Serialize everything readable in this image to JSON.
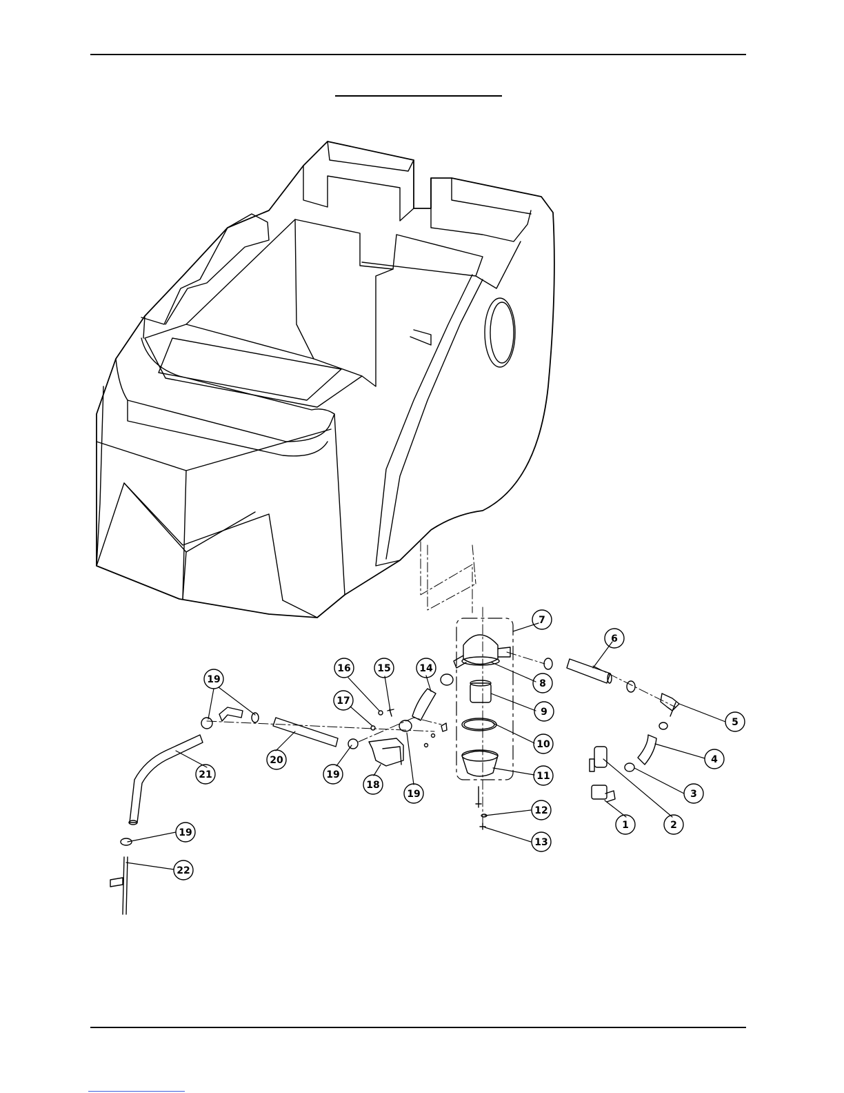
{
  "diagram": {
    "callouts": [
      {
        "id": "c1",
        "label": "1"
      },
      {
        "id": "c2",
        "label": "2"
      },
      {
        "id": "c3",
        "label": "3"
      },
      {
        "id": "c4",
        "label": "4"
      },
      {
        "id": "c5",
        "label": "5"
      },
      {
        "id": "c6",
        "label": "6"
      },
      {
        "id": "c7",
        "label": "7"
      },
      {
        "id": "c8",
        "label": "8"
      },
      {
        "id": "c9",
        "label": "9"
      },
      {
        "id": "c10",
        "label": "10"
      },
      {
        "id": "c11",
        "label": "11"
      },
      {
        "id": "c12",
        "label": "12"
      },
      {
        "id": "c13",
        "label": "13"
      },
      {
        "id": "c14",
        "label": "14"
      },
      {
        "id": "c15",
        "label": "15"
      },
      {
        "id": "c16",
        "label": "16"
      },
      {
        "id": "c17",
        "label": "17"
      },
      {
        "id": "c18",
        "label": "18"
      },
      {
        "id": "c19a",
        "label": "19"
      },
      {
        "id": "c19b",
        "label": "19"
      },
      {
        "id": "c19c",
        "label": "19"
      },
      {
        "id": "c19d",
        "label": "19"
      },
      {
        "id": "c20",
        "label": "20"
      },
      {
        "id": "c21",
        "label": "21"
      },
      {
        "id": "c22",
        "label": "22"
      }
    ]
  }
}
